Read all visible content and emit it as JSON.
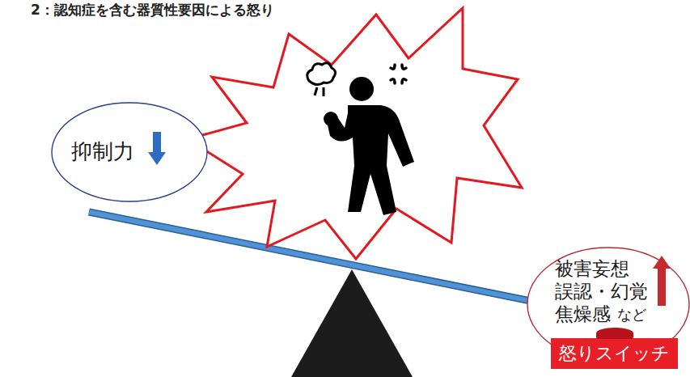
{
  "diagram": {
    "title": "2：認知症を含む器質性要因による怒り",
    "nodes": [
      {
        "text": [
          "抑制力"
        ]
      },
      {
        "text": [
          "被害妄想",
          "誤認・幻覚",
          "焦燥感",
          "など"
        ]
      },
      {
        "text": [
          "怒りスイッチ"
        ]
      }
    ]
  }
}
